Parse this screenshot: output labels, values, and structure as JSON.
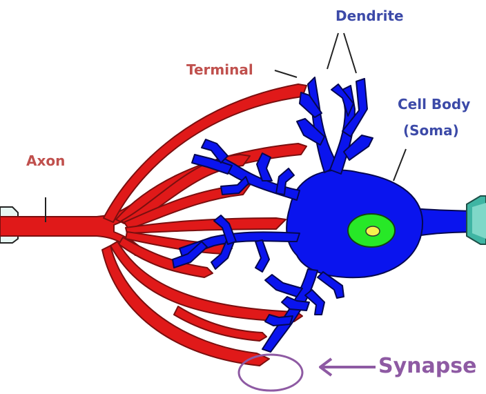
{
  "labels": {
    "dendrite": "Dendrite",
    "terminal": "Terminal",
    "cell_body": "Cell Body",
    "soma": "(Soma)",
    "axon": "Axon",
    "synapse": "Synapse"
  },
  "colors": {
    "axon": "#e01919",
    "axon_outline": "#7a0f0f",
    "dendrite": "#0a14ee",
    "dendrite_outline": "#05084f",
    "nucleus": "#27e827",
    "nucleolus": "#f6f24d",
    "label_red": "#c0504d",
    "label_blue": "#3c4aa8",
    "synapse_purple": "#8e5aa3",
    "edge_teal": "#3fb5a3"
  }
}
